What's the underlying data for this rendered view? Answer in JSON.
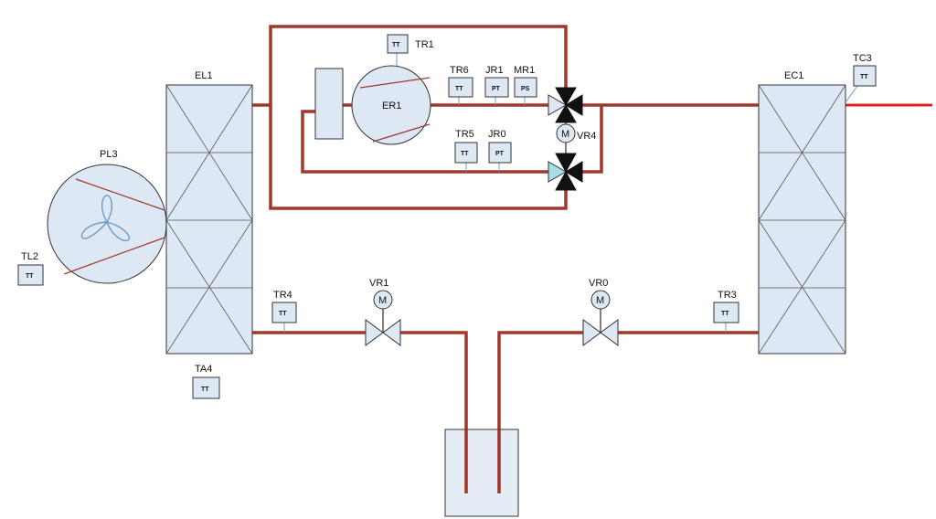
{
  "colors": {
    "pipe": "#a0382c",
    "outlet": "#e02020",
    "component_fill": "#dde8f4",
    "stroke": "#333333",
    "fan_blade": "#6d9ac9"
  },
  "components": {
    "el1": "EL1",
    "ec1": "EC1",
    "pl3": "PL3",
    "er1": "ER1",
    "vr1": "VR1",
    "vr0": "VR0",
    "vr4": "VR4"
  },
  "sensors": {
    "tr1": {
      "tag": "TR1",
      "code": "TT"
    },
    "tr6": {
      "tag": "TR6",
      "code": "TT"
    },
    "jr1": {
      "tag": "JR1",
      "code": "PT"
    },
    "mr1": {
      "tag": "MR1",
      "code": "PS"
    },
    "tr5": {
      "tag": "TR5",
      "code": "TT"
    },
    "jr0": {
      "tag": "JR0",
      "code": "PT"
    },
    "tc3": {
      "tag": "TC3",
      "code": "TT"
    },
    "tl2": {
      "tag": "TL2",
      "code": "TT"
    },
    "tr4": {
      "tag": "TR4",
      "code": "TT"
    },
    "ta4": {
      "tag": "TA4",
      "code": "TT"
    },
    "tr3": {
      "tag": "TR3",
      "code": "TT"
    }
  },
  "motor_symbol": "M"
}
